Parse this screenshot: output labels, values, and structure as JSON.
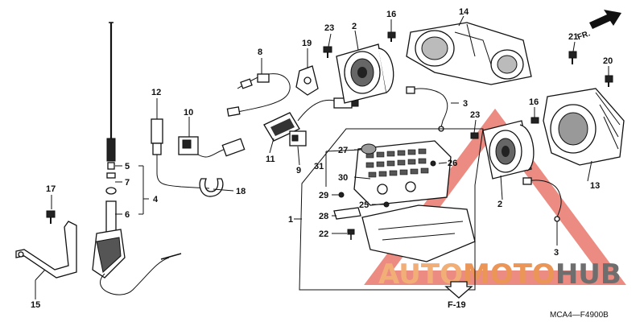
{
  "callouts": {
    "c1": "1",
    "c2a": "2",
    "c2b": "2",
    "c3a": "3",
    "c3b": "3",
    "c4": "4",
    "c5": "5",
    "c6": "6",
    "c7": "7",
    "c8": "8",
    "c9": "9",
    "c10": "10",
    "c11": "11",
    "c12": "12",
    "c13": "13",
    "c14": "14",
    "c15": "15",
    "c16a": "16",
    "c16b": "16",
    "c17": "17",
    "c18": "18",
    "c19": "19",
    "c20": "20",
    "c21": "21",
    "c22": "22",
    "c23a": "23",
    "c23b": "23",
    "c25": "25",
    "c26": "26",
    "c27": "27",
    "c28": "28",
    "c29": "29",
    "c30": "30",
    "c31": "31"
  },
  "direction_label": "FR.",
  "reference_label": "F-19",
  "diagram_code": "MCA4—F4900B",
  "watermark": {
    "part1": "AUTO",
    "part2": "MOTO",
    "part3": "HUB",
    "color_accent": "#e8833a",
    "color_dark": "#444444",
    "triangle_color": "#e04a3a"
  }
}
